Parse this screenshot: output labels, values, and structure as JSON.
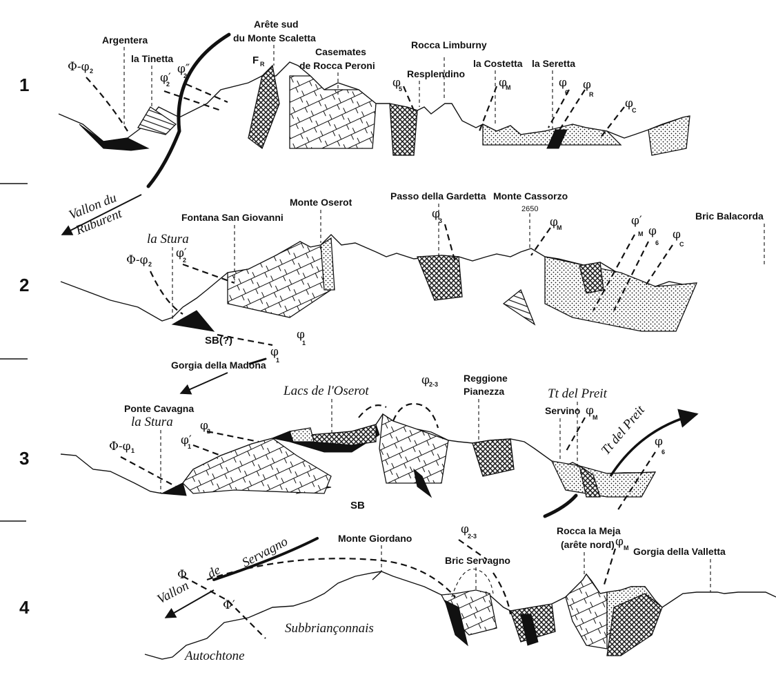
{
  "figure": {
    "type": "geological cross-sections",
    "section_numbers": [
      "1",
      "2",
      "3",
      "4"
    ]
  },
  "section1": {
    "labels": {
      "argentera": "Argentera",
      "la_tinetta": "la Tinetta",
      "arete_sud_line1": "Arête sud",
      "arete_sud_line2": "du Monte Scaletta",
      "casemates_line1": "Casemates",
      "casemates_line2": "de Rocca Peroni",
      "rocca_limburny": "Rocca Limburny",
      "resplendino": "Resplendino",
      "la_costetta": "la Costetta",
      "la_seretta": "la Seretta",
      "fr": "F",
      "fr_sub": "R"
    },
    "faults": [
      {
        "symbol": "Φ-φ",
        "sub": "2"
      },
      {
        "symbol": "φ′",
        "sub": "2"
      },
      {
        "symbol": "φ″",
        "sub": "2"
      },
      {
        "symbol": "φ",
        "sub": "5"
      },
      {
        "symbol": "φ",
        "sub": "M"
      },
      {
        "symbol": "φ",
        "sub": "6"
      },
      {
        "symbol": "φ",
        "sub": "R"
      },
      {
        "symbol": "φ",
        "sub": "C"
      }
    ]
  },
  "between12": {
    "vallon_du": "Vallon du",
    "ruburent": "Ruburent"
  },
  "section2": {
    "labels": {
      "la_stura": "la Stura",
      "fontana": "Fontana San Giovanni",
      "monte_oserot": "Monte Oserot",
      "passo_gardetta": "Passo della Gardetta",
      "monte_cassorzo": "Monte Cassorzo",
      "cassorzo_alt": "2650",
      "bric_balacorda": "Bric Balacorda",
      "sb": "SB(?)",
      "gorgia_madona": "Gorgia della Madona"
    },
    "faults": [
      {
        "symbol": "Φ-φ",
        "sub": "2"
      },
      {
        "symbol": "φ′",
        "sub": "2"
      },
      {
        "symbol": "φ",
        "sub": "1"
      },
      {
        "symbol": "φ",
        "sub": "1"
      },
      {
        "symbol": "φ",
        "sub": "3"
      },
      {
        "symbol": "φ",
        "sub": "M"
      },
      {
        "symbol": "φ′",
        "sub": "M"
      },
      {
        "symbol": "φ",
        "sub": "6"
      },
      {
        "symbol": "φ",
        "sub": "C"
      }
    ]
  },
  "section3": {
    "labels": {
      "ponte_cavagna": "Ponte Cavagna",
      "la_stura": "la Stura",
      "lacs_oserot": "Lacs de l'Oserot",
      "reggione": "Reggione",
      "pianezza": "Pianezza",
      "tt_del_preit": "Tt del Preit",
      "servino": "Servino",
      "tt_del_preit_arrow": "Tt del Preit",
      "sb": "SB"
    },
    "faults": [
      {
        "symbol": "Φ-φ",
        "sub": "1"
      },
      {
        "symbol": "φ",
        "sub": "2"
      },
      {
        "symbol": "φ′",
        "sub": "1"
      },
      {
        "symbol": "φ",
        "sub": "2-3"
      },
      {
        "symbol": "φ",
        "sub": "M"
      },
      {
        "symbol": "φ",
        "sub": "6"
      }
    ]
  },
  "section4": {
    "labels": {
      "monte_giordano": "Monte Giordano",
      "bric_servagno": "Bric Servagno",
      "rocca_meja_line1": "Rocca la Meja",
      "rocca_meja_line2": "(arête nord)",
      "gorgia_valletta": "Gorgia della Valletta",
      "vallon": "Vallon",
      "de": "de",
      "servagno": "Servagno",
      "subbrianconnais": "Subbriançonnais",
      "autochtone": "Autochtone"
    },
    "faults": [
      {
        "symbol": "Φ",
        "sub": ""
      },
      {
        "symbol": "Φ′",
        "sub": ""
      },
      {
        "symbol": "φ",
        "sub": "2-3"
      },
      {
        "symbol": "φ",
        "sub": "M"
      }
    ]
  }
}
